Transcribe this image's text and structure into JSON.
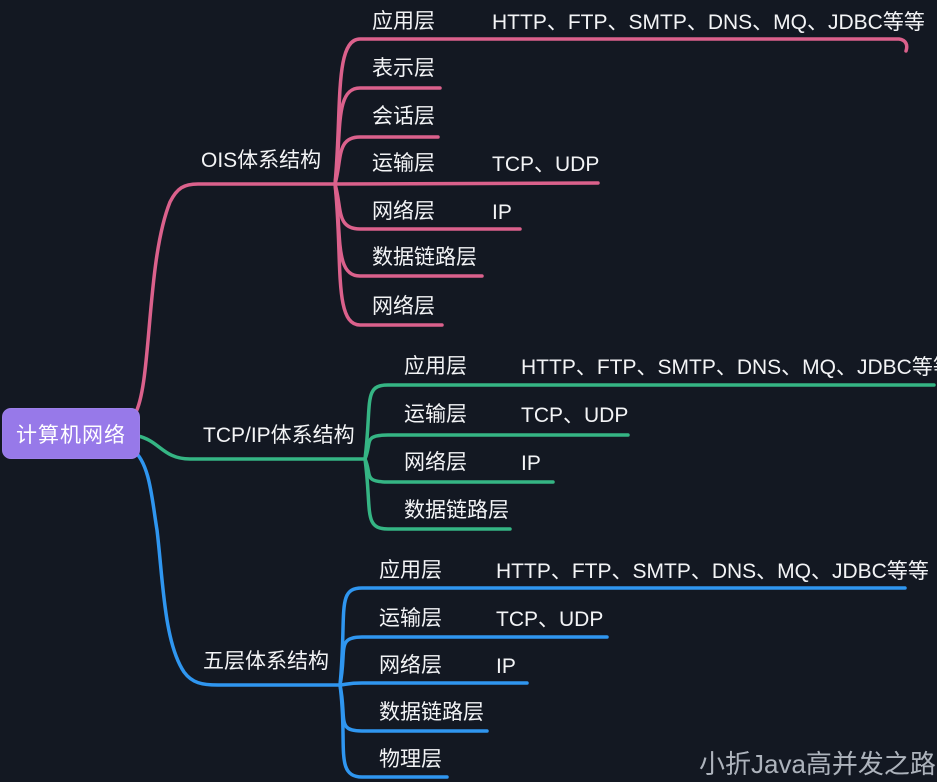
{
  "canvas": {
    "background_color": "#131822",
    "text_color": "#f3f4f6"
  },
  "root": {
    "label": "计算机网络",
    "fill_color": "#9779e9",
    "text_color": "#ffffff"
  },
  "branches": [
    {
      "label": "OIS体系结构",
      "color": "#db618c",
      "children": [
        {
          "label": "应用层",
          "value": "HTTP、FTP、SMTP、DNS、MQ、JDBC等等"
        },
        {
          "label": "表示层"
        },
        {
          "label": "会话层"
        },
        {
          "label": "运输层",
          "value": "TCP、UDP"
        },
        {
          "label": "网络层",
          "value": "IP"
        },
        {
          "label": "数据链路层"
        },
        {
          "label": "网络层"
        }
      ]
    },
    {
      "label": "TCP/IP体系结构",
      "color": "#35b584",
      "children": [
        {
          "label": "应用层",
          "value": "HTTP、FTP、SMTP、DNS、MQ、JDBC等等"
        },
        {
          "label": "运输层",
          "value": "TCP、UDP"
        },
        {
          "label": "网络层",
          "value": "IP"
        },
        {
          "label": "数据链路层"
        }
      ]
    },
    {
      "label": "五层体系结构",
      "color": "#2f96f0",
      "children": [
        {
          "label": "应用层",
          "value": "HTTP、FTP、SMTP、DNS、MQ、JDBC等等"
        },
        {
          "label": "运输层",
          "value": "TCP、UDP"
        },
        {
          "label": "网络层",
          "value": "IP"
        },
        {
          "label": "数据链路层"
        },
        {
          "label": "物理层"
        }
      ]
    }
  ],
  "watermark": "小折Java高并发之路"
}
